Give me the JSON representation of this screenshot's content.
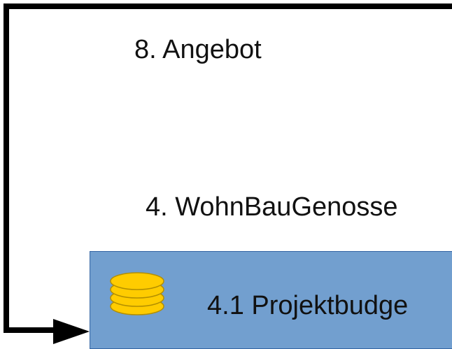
{
  "diagram": {
    "nodes": {
      "angebot": {
        "label": "8. Angebot"
      },
      "wohnbau": {
        "label": "4. WohnBauGenosse"
      },
      "projektbudget": {
        "label": "4.1 Projektbudge",
        "icon": "database-icon",
        "fill": "#729fcf"
      }
    },
    "edges": [
      {
        "from": "angebot",
        "to": "projektbudget",
        "style": "thick-black-arrow"
      }
    ],
    "colors": {
      "line": "#000000",
      "box_fill": "#729fcf",
      "box_border": "#3465a4",
      "db_fill": "#ffcc00",
      "db_stroke": "#b38f00"
    }
  }
}
